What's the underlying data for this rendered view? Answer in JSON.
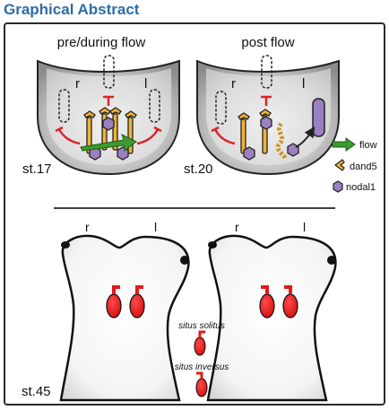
{
  "header": {
    "title": "Graphical Abstract"
  },
  "top_left_panel": {
    "title": "pre/during flow",
    "side_right": "r",
    "side_left": "l",
    "stage": "st.17"
  },
  "top_right_panel": {
    "title": "post flow",
    "side_right": "r",
    "side_left": "l",
    "stage": "st.20"
  },
  "legend": {
    "items": [
      {
        "label": "flow",
        "icon": "green-arrow-icon"
      },
      {
        "label": "dand5",
        "icon": "dand5-bracket-icon"
      },
      {
        "label": "nodal1",
        "icon": "nodal1-hexagon-icon"
      }
    ]
  },
  "bottom_panel": {
    "left_embryo": {
      "side_right": "r",
      "side_left": "l"
    },
    "right_embryo": {
      "side_right": "r",
      "side_left": "l"
    },
    "solitus_label": "situs solitus",
    "inversus_label": "situs inversus",
    "stage": "st.45"
  },
  "colors": {
    "title": "#2f6ca6",
    "dand5": "#f2b233",
    "nodal1": "#9b7fc0",
    "flow": "#3c9a2e",
    "heart": "#e11b1b",
    "repression": "#d9262a"
  }
}
